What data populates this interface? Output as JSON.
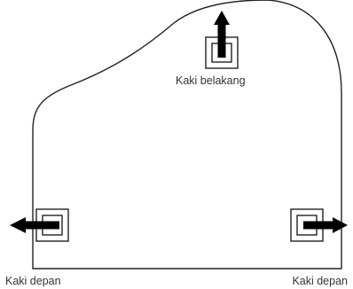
{
  "labels": {
    "rear_leg": "Kaki belakang",
    "front_leg_left": "Kaki depan",
    "front_leg_right": "Kaki depan"
  },
  "colors": {
    "outline": "#222222",
    "arrow": "#000000",
    "text": "#333333"
  },
  "icons": {
    "rear_leg_direction": "arrow-up-icon",
    "front_left_direction": "arrow-left-icon",
    "front_right_direction": "arrow-right-icon"
  }
}
